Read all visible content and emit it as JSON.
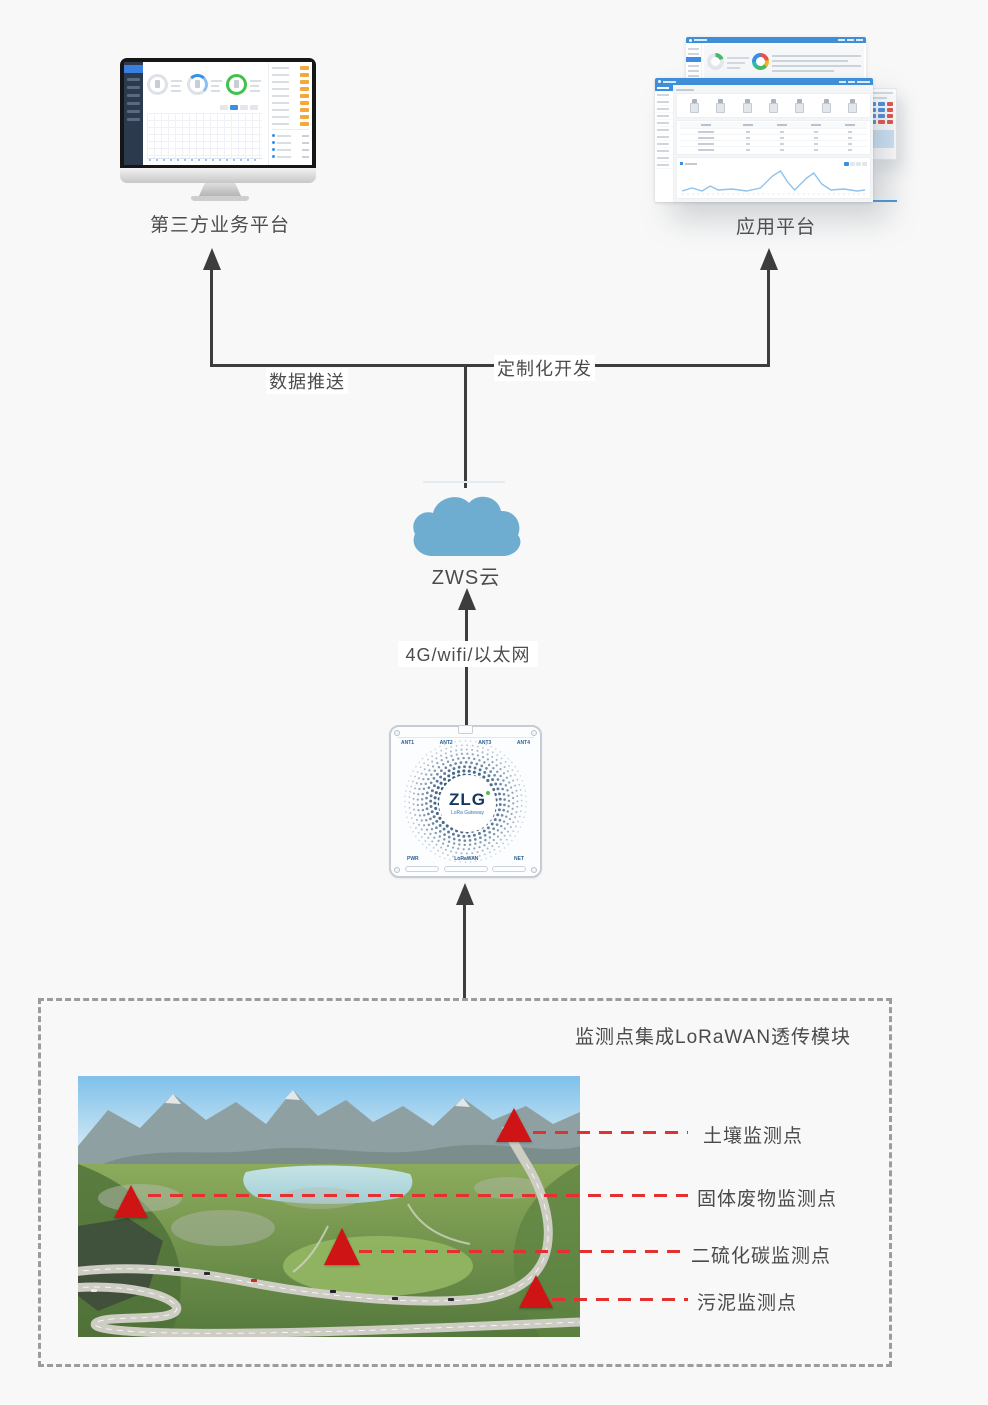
{
  "nodes": {
    "third_party_platform": {
      "label": "第三方业务平台"
    },
    "app_platform": {
      "label": "应用平台"
    },
    "cloud": {
      "label": "ZWS云",
      "color": "#6fadd0"
    },
    "gateway": {
      "logo": "ZLG",
      "logo_sub": "LoRa Gateway",
      "top_ports": [
        "ANT1",
        "ANT2",
        "ANT3",
        "ANT4"
      ],
      "bottom_ports": [
        "PWR",
        "LoRaWAN",
        "NET"
      ]
    }
  },
  "edges": {
    "data_push_label": "数据推送",
    "custom_dev_label": "定制化开发",
    "uplink_label": "4G/wifi/以太网"
  },
  "monitor_zone": {
    "title": "监测点集成LoRaWAN透传模块",
    "points": [
      {
        "label": "土壤监测点"
      },
      {
        "label": "固体废物监测点"
      },
      {
        "label": "二硫化碳监测点"
      },
      {
        "label": "污泥监测点"
      }
    ]
  },
  "colors": {
    "line": "#3d3d3d",
    "red_marker": "#ce1414",
    "red_dash": "#e43030",
    "window_blue": "#3f8fd8",
    "cloud_blue": "#6fadd0"
  }
}
